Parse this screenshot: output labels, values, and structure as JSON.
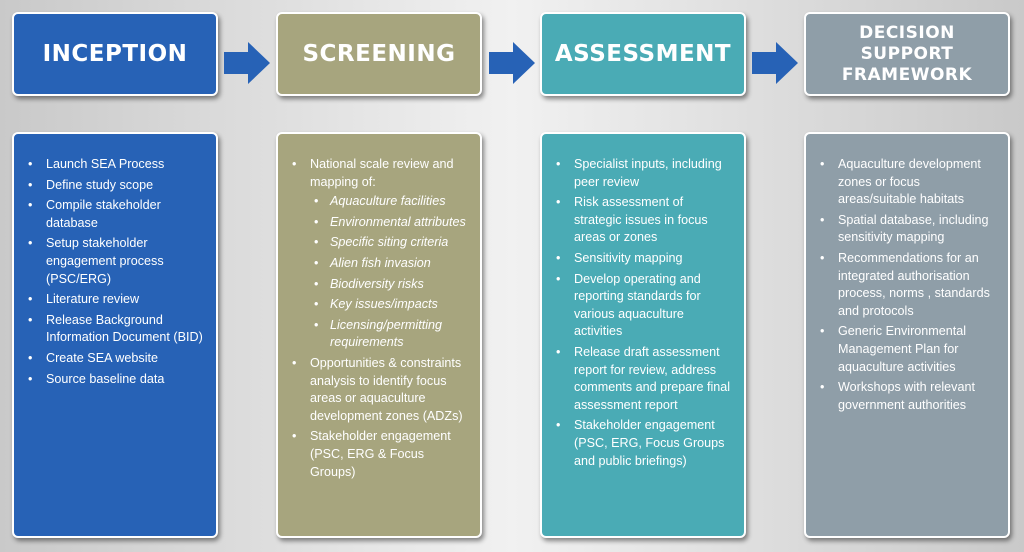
{
  "colors": {
    "inception": "#2762b6",
    "screening": "#a7a57e",
    "assessment": "#4aabb5",
    "decision": "#8f9ea8",
    "arrow": "#2762b6"
  },
  "stages": [
    {
      "title": "INCEPTION",
      "items": [
        {
          "text": "Launch SEA Process"
        },
        {
          "text": "Define study scope"
        },
        {
          "text": "Compile stakeholder database"
        },
        {
          "text": "Setup stakeholder engagement process (PSC/ERG)"
        },
        {
          "text": "Literature review"
        },
        {
          "text": "Release Background Information Document (BID)"
        },
        {
          "text": "Create SEA website"
        },
        {
          "text": "Source baseline data"
        }
      ]
    },
    {
      "title": "SCREENING",
      "items": [
        {
          "text": "National scale review and mapping of:",
          "sub": [
            "Aquaculture facilities",
            "Environmental attributes",
            "Specific siting criteria",
            "Alien fish invasion",
            "Biodiversity risks",
            "Key issues/impacts",
            "Licensing/permitting requirements"
          ]
        },
        {
          "text": "Opportunities & constraints analysis to identify focus areas or aquaculture development zones (ADZs)"
        },
        {
          "text": "Stakeholder engagement (PSC, ERG & Focus Groups)"
        }
      ]
    },
    {
      "title": "ASSESSMENT",
      "items": [
        {
          "text": "Specialist inputs, including peer review"
        },
        {
          "text": "Risk assessment of strategic issues in focus areas or zones"
        },
        {
          "text": "Sensitivity mapping"
        },
        {
          "text": "Develop operating and reporting standards for various aquaculture activities"
        },
        {
          "text": "Release draft assessment report for review, address comments and prepare final assessment report"
        },
        {
          "text": "Stakeholder engagement (PSC, ERG, Focus Groups and public briefings)"
        }
      ]
    },
    {
      "title": "DECISION\nSUPPORT\nFRAMEWORK",
      "items": [
        {
          "text": "Aquaculture development zones or focus areas/suitable habitats"
        },
        {
          "text": "Spatial database, including sensitivity mapping"
        },
        {
          "text": "Recommendations for an integrated authorisation process, norms , standards and protocols"
        },
        {
          "text": "Generic Environmental Management Plan for aquaculture activities"
        },
        {
          "text": "Workshops with relevant government authorities"
        }
      ]
    }
  ]
}
